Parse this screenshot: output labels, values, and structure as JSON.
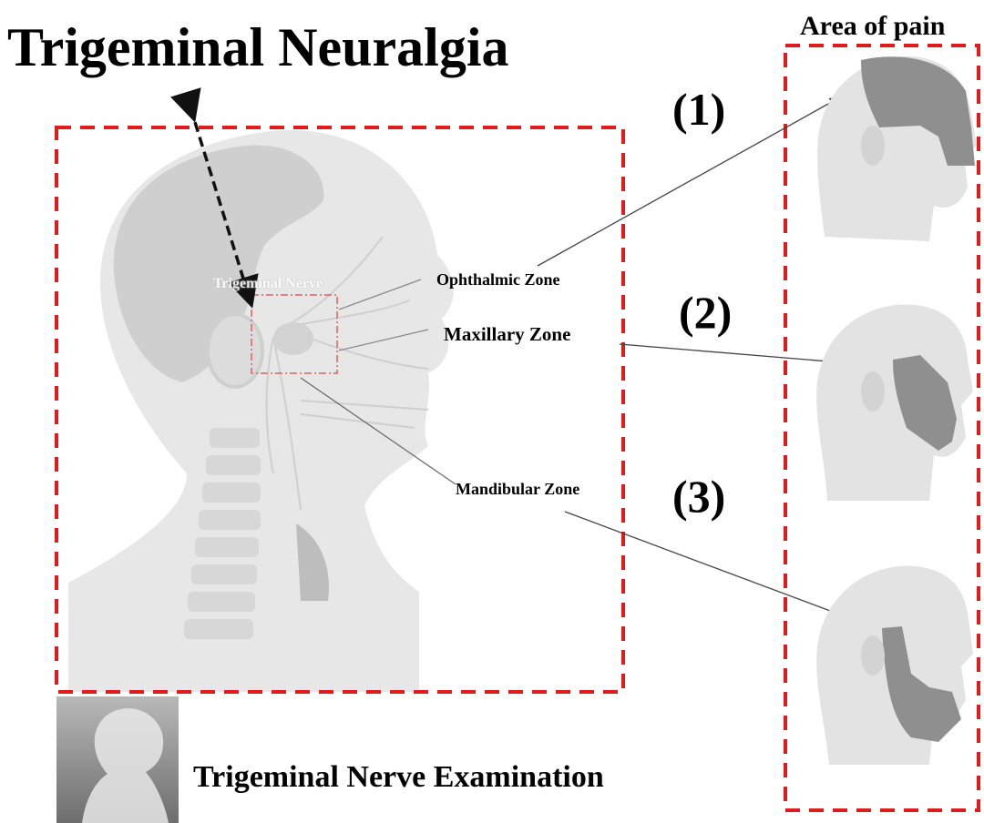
{
  "title": "Trigeminal Neuralgia",
  "area_title": "Area of pain",
  "nerve_label": "Trigeminal Nerve",
  "zones": [
    {
      "number": "(1)",
      "label": "Ophthalmic Zone"
    },
    {
      "number": "(2)",
      "label": "Maxillary Zone"
    },
    {
      "number": "(3)",
      "label": "Mandibular Zone"
    }
  ],
  "bottom_caption": "Trigeminal Nerve Examination",
  "colors": {
    "dash_frame": "#e01b1b",
    "pain_shade": "#8a8a8a",
    "skin": "#e2e2e2"
  }
}
